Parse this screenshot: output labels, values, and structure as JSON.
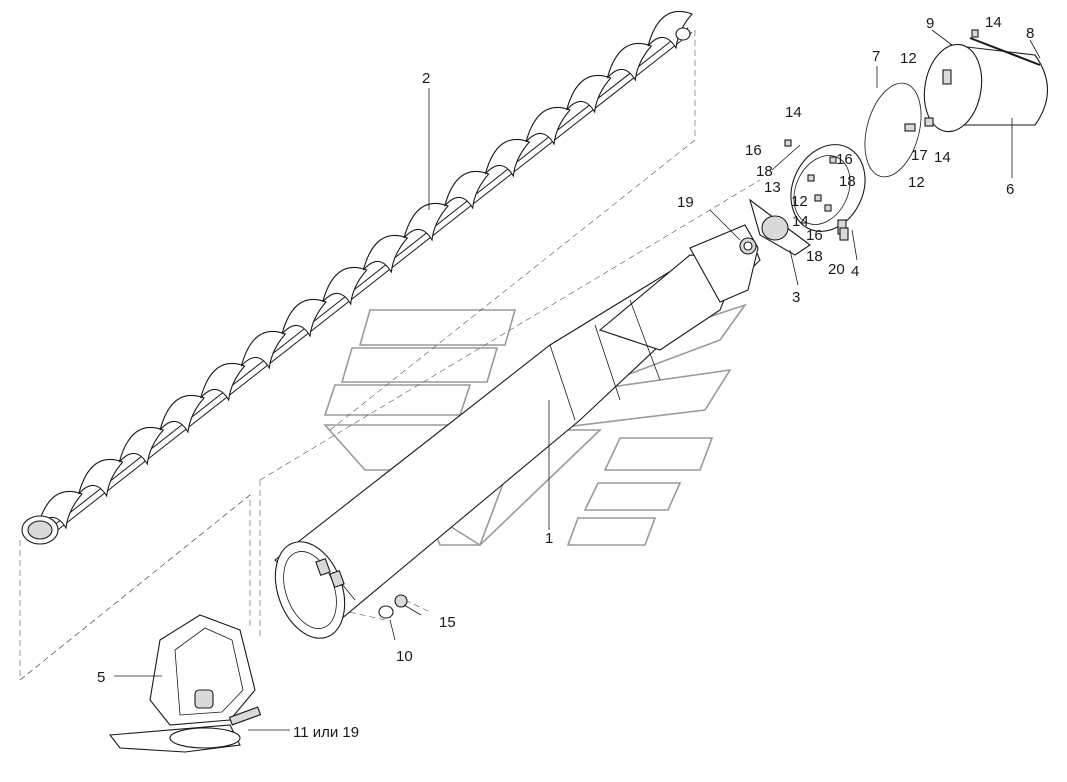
{
  "callouts": [
    {
      "id": "c1",
      "text": "1"
    },
    {
      "id": "c2",
      "text": "2"
    },
    {
      "id": "c3",
      "text": "3"
    },
    {
      "id": "c4",
      "text": "4"
    },
    {
      "id": "c5",
      "text": "5"
    },
    {
      "id": "c6",
      "text": "6"
    },
    {
      "id": "c7",
      "text": "7"
    },
    {
      "id": "c8",
      "text": "8"
    },
    {
      "id": "c9",
      "text": "9"
    },
    {
      "id": "c10",
      "text": "10"
    },
    {
      "id": "c11",
      "text": "11 или 19"
    },
    {
      "id": "c12a",
      "text": "12"
    },
    {
      "id": "c12b",
      "text": "12"
    },
    {
      "id": "c12c",
      "text": "12"
    },
    {
      "id": "c13",
      "text": "13"
    },
    {
      "id": "c14a",
      "text": "14"
    },
    {
      "id": "c14b",
      "text": "14"
    },
    {
      "id": "c14c",
      "text": "14"
    },
    {
      "id": "c14d",
      "text": "14"
    },
    {
      "id": "c15",
      "text": "15"
    },
    {
      "id": "c16a",
      "text": "16"
    },
    {
      "id": "c16b",
      "text": "16"
    },
    {
      "id": "c16c",
      "text": "16"
    },
    {
      "id": "c17",
      "text": "17"
    },
    {
      "id": "c18a",
      "text": "18"
    },
    {
      "id": "c18b",
      "text": "18"
    },
    {
      "id": "c18c",
      "text": "18"
    },
    {
      "id": "c19",
      "text": "19"
    },
    {
      "id": "c20",
      "text": "20"
    }
  ]
}
